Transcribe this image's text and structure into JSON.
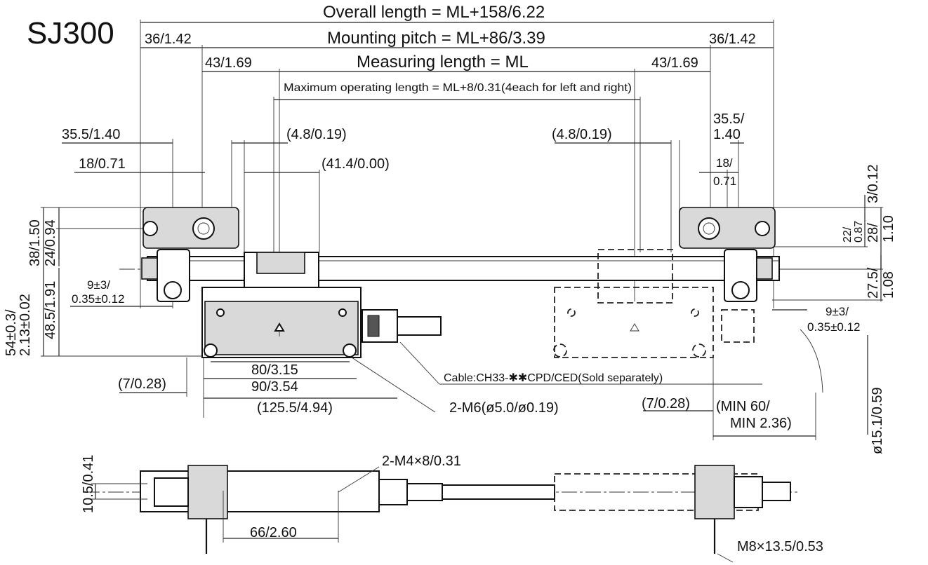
{
  "title": "SJ300",
  "dimensions": {
    "overall_length": "Overall length = ML+158/6.22",
    "mounting_pitch": "Mounting pitch = ML+86/3.39",
    "measuring_length": "Measuring length = ML",
    "max_operating_length": "Maximum operating length = ML+8/0.31(4each for left and right)",
    "d36_left": "36/1.42",
    "d36_right": "36/1.42",
    "d43_left": "43/1.69",
    "d43_right": "43/1.69",
    "d35_left": "35.5/1.40",
    "d35_right_a": "35.5/",
    "d35_right_b": "1.40",
    "d48_left": "(4.8/0.19)",
    "d48_right": "(4.8/0.19)",
    "d18_left": "18/0.71",
    "d18_right_a": "18/",
    "d18_right_b": "0.71",
    "d41": "(41.4/0.00)",
    "d3": "3/0.12",
    "d22_a": "22/",
    "d22_b": "0.87",
    "d28_a": "28/",
    "d28_b": "1.10",
    "d27_a": "27.5/",
    "d27_b": "1.08",
    "d54_a": "54±0.3/",
    "d54_b": "2.13±0.02",
    "d38": "38/1.50",
    "d24": "24/0.94",
    "d485": "48.5/1.91",
    "d9_left_a": "9±3/",
    "d9_left_b": "0.35±0.12",
    "d9_right_a": "9±3/",
    "d9_right_b": "0.35±0.12",
    "d80": "80/3.15",
    "d90": "90/3.54",
    "d1255": "(125.5/4.94)",
    "d7_left": "(7/0.28)",
    "d7_right": "(7/0.28)",
    "m6": "2-M6(ø5.0/ø0.19)",
    "cable": "Cable:CH33-✱✱CPD/CED(Sold separately)",
    "min60_a": "(MIN 60/",
    "min60_b": "MIN 2.36)",
    "d151": "ø15.1/0.59",
    "m4": "2-M4×8/0.31",
    "d105": "10.5/0.41",
    "d66": "66/2.60",
    "m8": "M8×13.5/0.53"
  }
}
